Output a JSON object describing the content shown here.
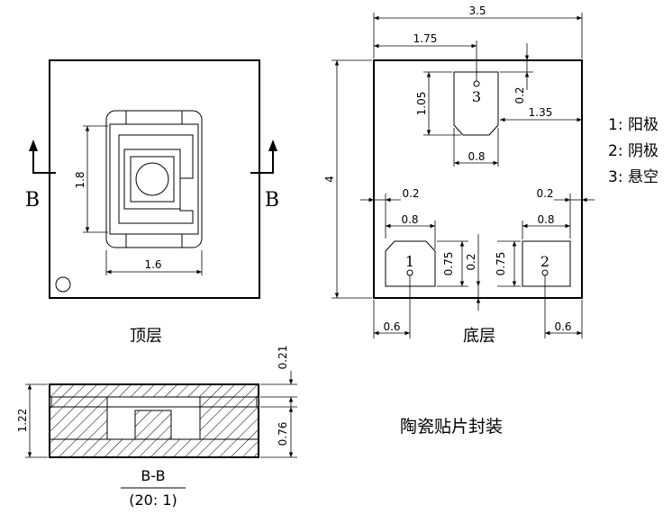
{
  "top_view": {
    "caption": "顶层",
    "section_mark": "B",
    "dim_height": "1.8",
    "dim_width": "1.6"
  },
  "bottom_view": {
    "caption": "底层",
    "dim_total_width": "3.5",
    "dim_total_height": "4",
    "dim_pad3_offset": "1.75",
    "dim_pad3_height": "1.05",
    "dim_pad3_gap": "0.2",
    "dim_pad3_right": "1.35",
    "dim_pad3_width": "0.8",
    "dim_gap_left": "0.2",
    "dim_gap_right": "0.2",
    "dim_pad1_width": "0.8",
    "dim_pad2_width": "0.8",
    "dim_pad1_height": "0.75",
    "dim_pad2_height": "0.75",
    "dim_bottom_gap": "0.2",
    "dim_edge_left": "0.6",
    "dim_edge_right": "0.6",
    "pad_labels": [
      "1",
      "2",
      "3"
    ]
  },
  "legend": {
    "items": [
      "1: 阳极",
      "2: 阴极",
      "3: 悬空"
    ]
  },
  "section_view": {
    "title": "B-B",
    "scale": "(20: 1)",
    "dim_total": "1.22",
    "dim_top": "0.21",
    "dim_bottom": "0.76"
  },
  "package_name": "陶瓷贴片封装"
}
